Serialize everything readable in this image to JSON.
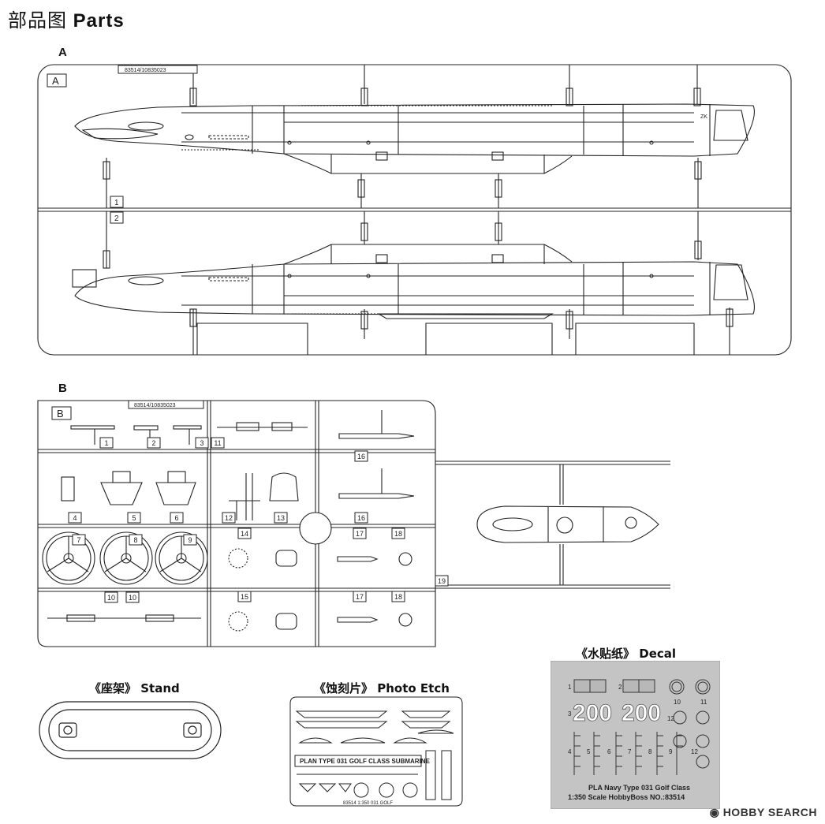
{
  "header": {
    "title_zh": "部品图",
    "title_en": "Parts"
  },
  "sprue_a": {
    "label": "A",
    "frame_tag": "A",
    "code": "83514/10835023",
    "part_numbers": [
      "1",
      "2"
    ]
  },
  "sprue_b": {
    "label": "B",
    "frame_tag": "B",
    "code": "83514/10835023",
    "part_numbers": [
      "1",
      "2",
      "3",
      "11",
      "16",
      "4",
      "5",
      "6",
      "12",
      "13",
      "16",
      "7",
      "8",
      "9",
      "14",
      "17",
      "18",
      "10",
      "10",
      "15",
      "17",
      "18",
      "19"
    ]
  },
  "stand": {
    "caption_zh": "《座架》",
    "caption_en": "Stand"
  },
  "photo_etch": {
    "caption_zh": "《蚀刻片》",
    "caption_en": "Photo Etch",
    "plate_text": "PLAN TYPE 031 GOLF CLASS SUBMARINE",
    "footer_text": "83514   1:350   031 GOLF"
  },
  "decal": {
    "caption_zh": "《水贴纸》",
    "caption_en": "Decal",
    "hull_number_1": "200",
    "hull_number_2": "200",
    "line1": "PLA Navy Type 031 Golf Class",
    "line2": "1:350 Scale  HobbyBoss NO.:83514",
    "numbers": [
      "1",
      "2",
      "3",
      "4",
      "5",
      "6",
      "7",
      "8",
      "9",
      "10",
      "11",
      "12",
      "12"
    ]
  },
  "watermark": {
    "text": "HOBBY SEARCH"
  }
}
